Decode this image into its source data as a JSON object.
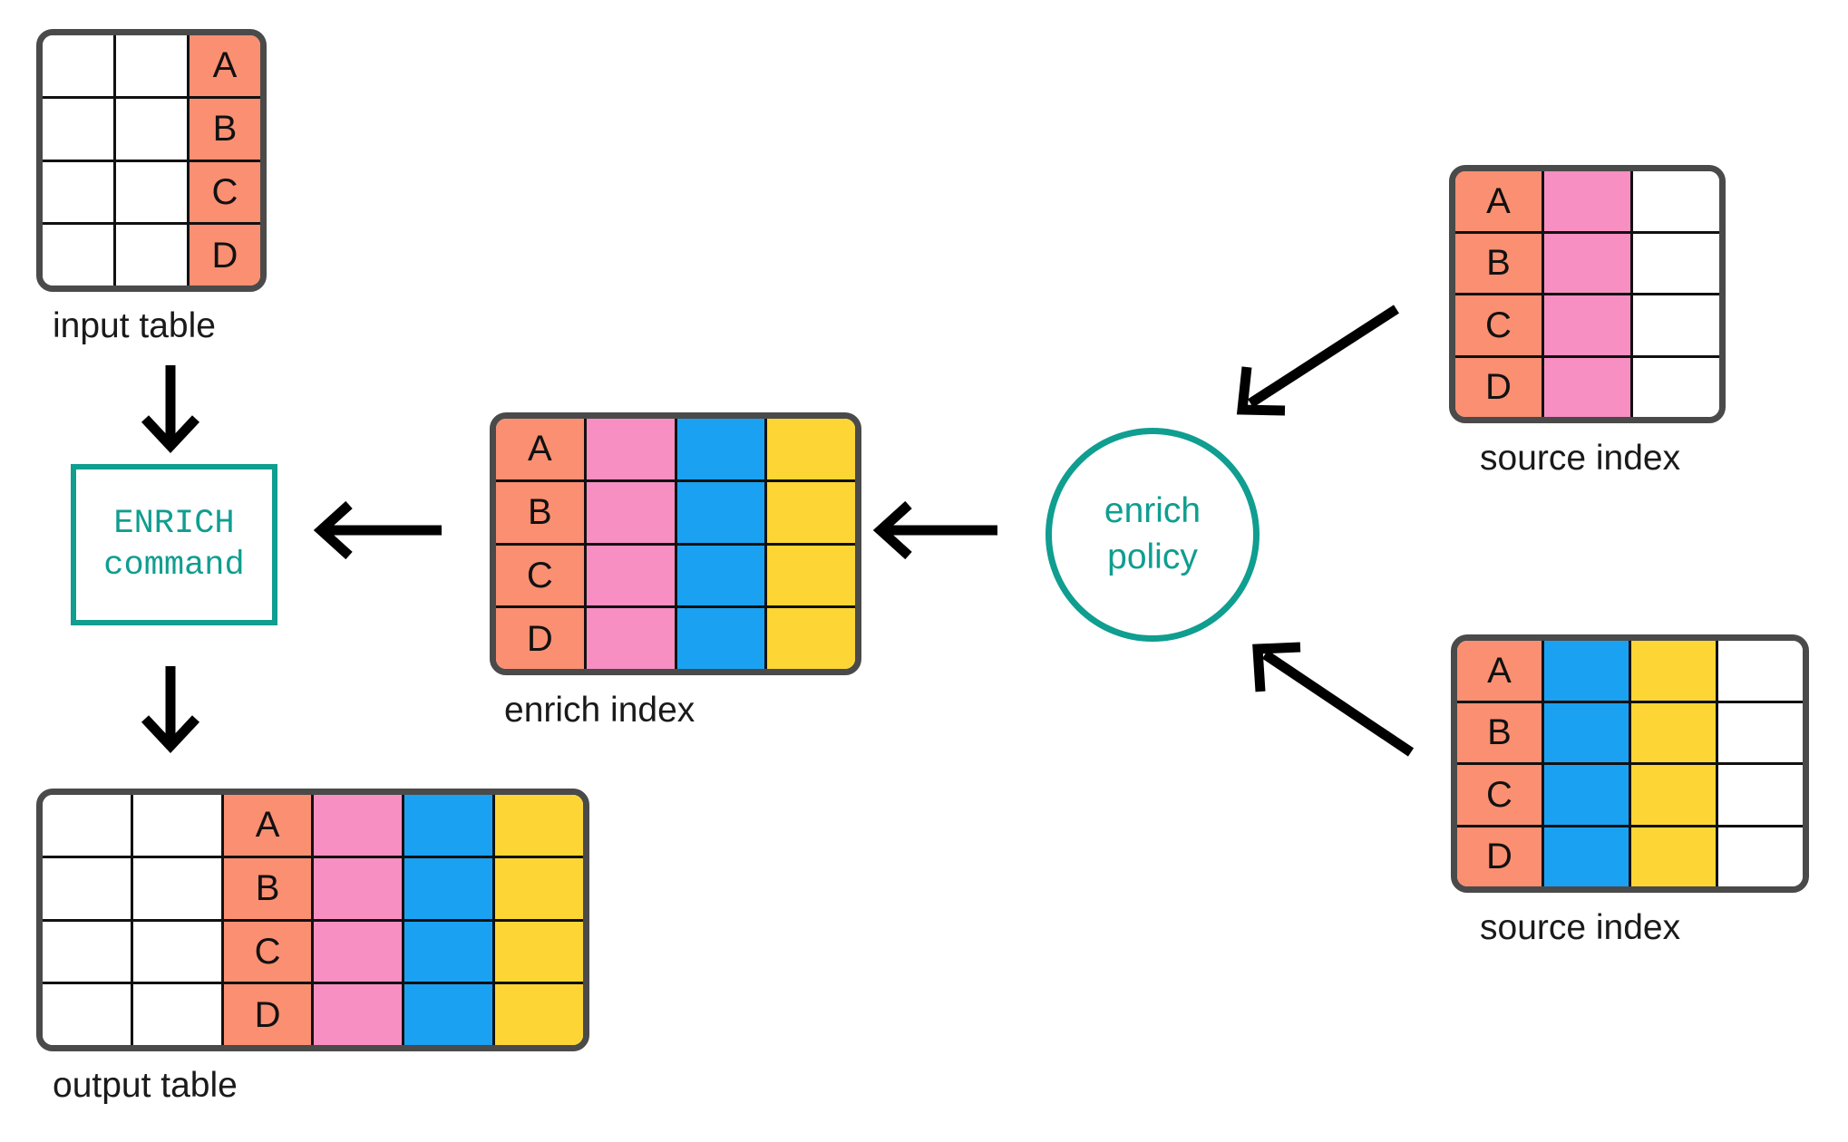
{
  "palette": {
    "key": "#FA8F72",
    "pink": "#F78FC2",
    "blue": "#1BA1F2",
    "yellow": "#FDD635",
    "empty": "#FFFFFF",
    "table_border": "#4A4A4A",
    "cell_border": "#111111",
    "teal": "#0F9E90",
    "arrow": "#000000",
    "text": "#1A1A1A"
  },
  "keys": [
    "A",
    "B",
    "C",
    "D"
  ],
  "nodes": {
    "input_table": {
      "caption": "input table",
      "columns": [
        "empty",
        "empty",
        "key"
      ],
      "rows": [
        [
          "",
          "",
          "A"
        ],
        [
          "",
          "",
          "B"
        ],
        [
          "",
          "",
          "C"
        ],
        [
          "",
          "",
          "D"
        ]
      ]
    },
    "enrich_command": {
      "line1": "ENRICH",
      "line2": "command"
    },
    "output_table": {
      "caption": "output table",
      "columns": [
        "empty",
        "empty",
        "key",
        "pink",
        "blue",
        "yellow"
      ],
      "rows": [
        [
          "",
          "",
          "A",
          "",
          "",
          ""
        ],
        [
          "",
          "",
          "B",
          "",
          "",
          ""
        ],
        [
          "",
          "",
          "C",
          "",
          "",
          ""
        ],
        [
          "",
          "",
          "D",
          "",
          "",
          ""
        ]
      ]
    },
    "enrich_index": {
      "caption": "enrich index",
      "columns": [
        "key",
        "pink",
        "blue",
        "yellow"
      ],
      "rows": [
        [
          "A",
          "",
          "",
          ""
        ],
        [
          "B",
          "",
          "",
          ""
        ],
        [
          "C",
          "",
          "",
          ""
        ],
        [
          "D",
          "",
          "",
          ""
        ]
      ]
    },
    "enrich_policy": {
      "line1": "enrich",
      "line2": "policy"
    },
    "source_index_top": {
      "caption": "source index",
      "columns": [
        "key",
        "pink",
        "empty"
      ],
      "rows": [
        [
          "A",
          "",
          ""
        ],
        [
          "B",
          "",
          ""
        ],
        [
          "C",
          "",
          ""
        ],
        [
          "D",
          "",
          ""
        ]
      ]
    },
    "source_index_bottom": {
      "caption": "source index",
      "columns": [
        "key",
        "blue",
        "yellow",
        "empty"
      ],
      "rows": [
        [
          "A",
          "",
          "",
          ""
        ],
        [
          "B",
          "",
          "",
          ""
        ],
        [
          "C",
          "",
          "",
          ""
        ],
        [
          "D",
          "",
          "",
          ""
        ]
      ]
    }
  },
  "arrows": [
    {
      "name": "input-to-command",
      "direction": "down"
    },
    {
      "name": "command-to-output",
      "direction": "down"
    },
    {
      "name": "enrich-index-to-command",
      "direction": "left"
    },
    {
      "name": "policy-to-enrich-index",
      "direction": "left"
    },
    {
      "name": "source-index-top-to-policy",
      "direction": "down-left"
    },
    {
      "name": "source-index-bottom-to-policy",
      "direction": "up-left"
    }
  ]
}
